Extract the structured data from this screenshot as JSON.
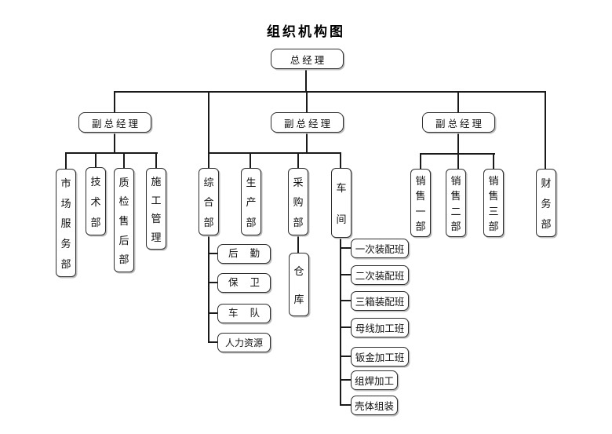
{
  "title": "组织机构图",
  "colors": {
    "background": "#ffffff",
    "connector_line": "#1a1a1a",
    "box_border": "#2e2e2e",
    "box_shadow": "#bdbdbd",
    "text": "#111111"
  },
  "nodes": {
    "gm": "总经理",
    "vgm_left": "副总经理",
    "vgm_mid": "副总经理",
    "vgm_right": "副总经理",
    "market_service": "市场服务部",
    "technology": "技术部",
    "quality_aftersales": "质检售后部",
    "construction_mgmt": "施工管理",
    "general_affairs": "综合部",
    "production": "生产部",
    "purchasing": "采购部",
    "workshop": "车间",
    "sales_1": "销售一部",
    "sales_2": "销售二部",
    "sales_3": "销售三部",
    "finance": "财务部",
    "logistics": "后勤",
    "security": "保卫",
    "fleet": "车队",
    "human_resources": "人力资源",
    "warehouse": "仓库",
    "assembly_1": "一次装配班",
    "assembly_2": "二次装配班",
    "three_box_assembly": "三箱装配班",
    "busbar_processing": "母线加工班",
    "sheet_metal": "钣金加工班",
    "welding": "组焊加工",
    "shell_assembly": "壳体组装"
  },
  "hierarchy": {
    "总经理": {
      "副总经理(左)": [
        "市场服务部",
        "技术部",
        "质检售后部",
        "施工管理"
      ],
      "副总经理(中)": {
        "综合部": [
          "后勤",
          "保卫",
          "车队",
          "人力资源"
        ],
        "生产部": [],
        "采购部": [
          "仓库"
        ],
        "车间": [
          "一次装配班",
          "二次装配班",
          "三箱装配班",
          "母线加工班",
          "钣金加工班",
          "组焊加工",
          "壳体组装"
        ]
      },
      "副总经理(右)": [
        "销售一部",
        "销售二部",
        "销售三部"
      ],
      "财务部": []
    }
  }
}
